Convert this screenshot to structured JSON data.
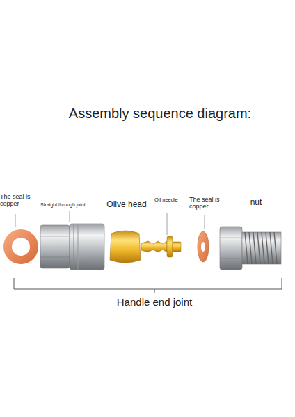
{
  "diagram": {
    "title": "Assembly sequence diagram:",
    "labels": [
      "The seal is copper",
      "Straight through joint",
      "Olive head",
      "Oil needle",
      "The seal is copper",
      "nut",
      "Handle end joint"
    ]
  }
}
